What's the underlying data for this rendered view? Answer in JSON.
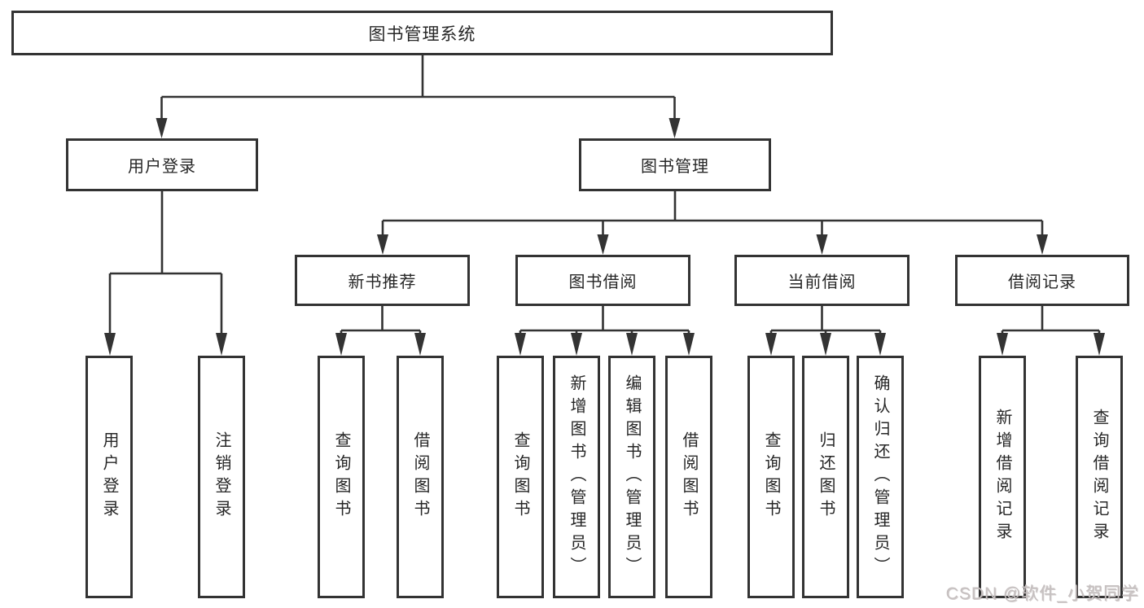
{
  "diagram_type": "hierarchy",
  "colors": {
    "line": "#333333",
    "text": "#262626",
    "box_background": "#ffffff",
    "watermark": "#c6c0c0"
  },
  "tree": {
    "root": {
      "label": "图书管理系统",
      "children": [
        {
          "label": "用户登录",
          "children": [
            {
              "label": "用户登录"
            },
            {
              "label": "注销登录"
            }
          ]
        },
        {
          "label": "图书管理",
          "children": [
            {
              "label": "新书推荐",
              "children": [
                {
                  "label": "查询图书"
                },
                {
                  "label": "借阅图书"
                }
              ]
            },
            {
              "label": "图书借阅",
              "children": [
                {
                  "label": "查询图书"
                },
                {
                  "label": "新增图书（管理员）"
                },
                {
                  "label": "编辑图书（管理员）"
                },
                {
                  "label": "借阅图书"
                }
              ]
            },
            {
              "label": "当前借阅",
              "children": [
                {
                  "label": "查询图书"
                },
                {
                  "label": "归还图书"
                },
                {
                  "label": "确认归还（管理员）"
                }
              ]
            },
            {
              "label": "借阅记录",
              "children": [
                {
                  "label": "新增借阅记录"
                },
                {
                  "label": "查询借阅记录"
                }
              ]
            }
          ]
        }
      ]
    }
  },
  "watermark": {
    "text": "CSDN @软件_小贺同学"
  }
}
